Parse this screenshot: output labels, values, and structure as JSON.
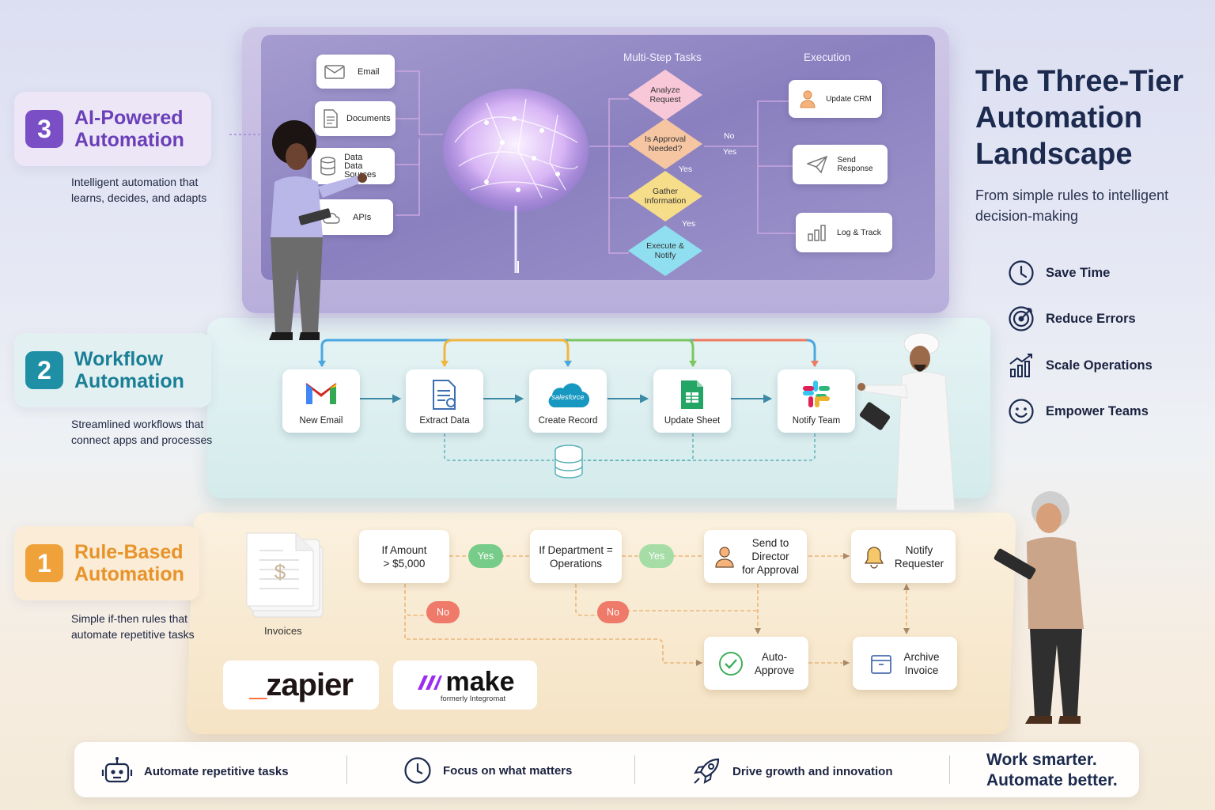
{
  "title": {
    "line1": "The Three-Tier",
    "line2": "Automation",
    "line3": "Landscape"
  },
  "subtitle": {
    "line1": "From simple rules to intelligent",
    "line2": "decision-making"
  },
  "benefits": [
    {
      "icon": "clock-icon",
      "label": "Save Time"
    },
    {
      "icon": "target-icon",
      "label": "Reduce Errors"
    },
    {
      "icon": "growth-chart-icon",
      "label": "Scale Operations"
    },
    {
      "icon": "smiley-icon",
      "label": "Empower Teams"
    }
  ],
  "tiers": {
    "t3": {
      "num": "3",
      "line1": "AI-Powered",
      "line2": "Automation",
      "desc1": "Intelligent automation that",
      "desc2": "learns, decides, and adapts",
      "color": "#7a4fc6"
    },
    "t2": {
      "num": "2",
      "line1": "Workflow",
      "line2": "Automation",
      "desc1": "Streamlined workflows that",
      "desc2": "connect apps and processes",
      "color": "#1f8fa6"
    },
    "t1": {
      "num": "1",
      "line1": "Rule-Based",
      "line2": "Automation",
      "desc1": "Simple if-then rules that",
      "desc2": "automate repetitive tasks",
      "color": "#f0a23a"
    }
  },
  "ai": {
    "inputs": [
      "Email",
      "Documents",
      "Data",
      "Data Sources",
      "APIs"
    ],
    "multi_step_header": "Multi-Step Tasks",
    "execution_header": "Execution",
    "steps": [
      {
        "l1": "Analyze",
        "l2": "Request"
      },
      {
        "l1": "Is Approval",
        "l2": "Needed?"
      },
      {
        "l1": "Gather",
        "l2": "Information"
      },
      {
        "l1": "Execute &",
        "l2": "Notify"
      }
    ],
    "labels": {
      "no": "No",
      "yes1": "Yes",
      "yes2": "Yes",
      "yes3": "Yes"
    },
    "execution": [
      "Update CRM",
      "Send",
      "Response",
      "Log & Track"
    ]
  },
  "workflow": {
    "apps": [
      "New Email",
      "Extract Data",
      "Create Record",
      "Update Sheet",
      "Notify Team"
    ],
    "salesforce_logo": "salesforce"
  },
  "rules": {
    "invoices_label": "Invoices",
    "cond1": {
      "l1": "If Amount",
      "l2": "> $5,000"
    },
    "cond2": {
      "l1": "If Department =",
      "l2": "Operations"
    },
    "yes": "Yes",
    "no": "No",
    "send": {
      "l1": "Send to",
      "l2": "Director",
      "l3": "for Approval"
    },
    "notify": {
      "l1": "Notify",
      "l2": "Requester"
    },
    "auto": {
      "l1": "Auto-",
      "l2": "Approve"
    },
    "archive": {
      "l1": "Archive",
      "l2": "Invoice"
    },
    "zapier": "zapier",
    "make": "make",
    "make_sub": "formerly Integromat"
  },
  "bottom": {
    "items": [
      "Automate repetitive tasks",
      "Focus on what matters",
      "Drive growth and innovation"
    ],
    "tag1": "Work smarter.",
    "tag2": "Automate better."
  },
  "colors": {
    "navy": "#1b2a4e",
    "purple": "#7a4fc6",
    "teal": "#1f8fa6",
    "orange": "#f0a23a"
  }
}
